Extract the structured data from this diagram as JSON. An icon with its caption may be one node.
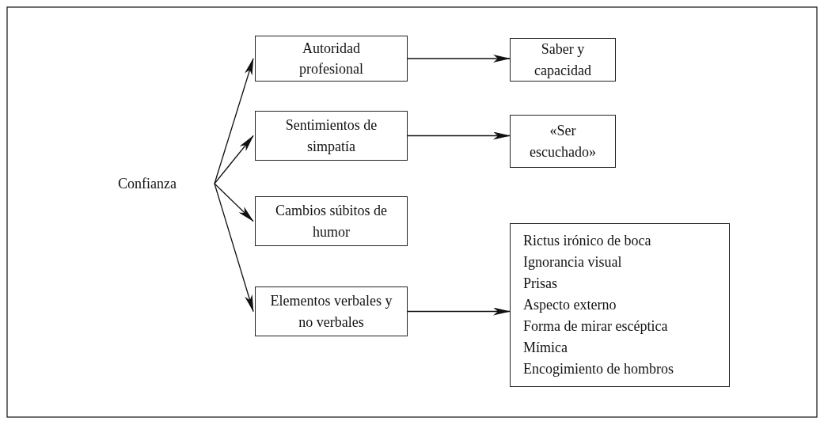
{
  "diagram": {
    "nodes": [
      {
        "text": [
          "Confianza"
        ]
      },
      {
        "text": [
          "Autoridad profesional"
        ]
      },
      {
        "text": [
          "Saber y capacidad"
        ]
      },
      {
        "text": [
          "Sentimientos de simpatía"
        ]
      },
      {
        "text": [
          "«Ser escuchado»"
        ]
      },
      {
        "text": [
          "Cambios súbitos de humor"
        ]
      },
      {
        "text": [
          "Elementos verbales y no verbales"
        ]
      },
      {
        "text": [
          "Rictus irónico de boca",
          "Ignorancia visual",
          "Prisas",
          "Aspecto externo",
          "Forma de mirar escéptica",
          "Mímica",
          "Encogimiento de hombros"
        ]
      }
    ],
    "edges": [
      {
        "from": 0,
        "to": 1,
        "arrow": "to"
      },
      {
        "from": 0,
        "to": 3,
        "arrow": "to"
      },
      {
        "from": 0,
        "to": 5,
        "arrow": "to"
      },
      {
        "from": 0,
        "to": 6,
        "arrow": "to"
      },
      {
        "from": 1,
        "to": 2,
        "arrow": "to"
      },
      {
        "from": 3,
        "to": 4,
        "arrow": "to"
      },
      {
        "from": 6,
        "to": 7,
        "arrow": "to"
      }
    ]
  }
}
